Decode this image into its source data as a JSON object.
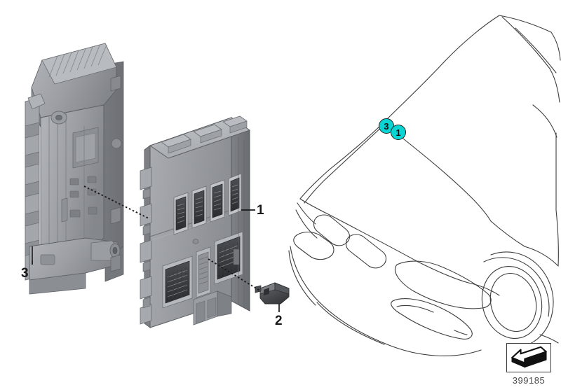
{
  "diagram": {
    "figure_number": "399185",
    "figure_icon": "three-d-arrow-icon",
    "background_color": "#ffffff",
    "badge_color": "#0ad5d5",
    "line_color": "#3c3c3c"
  },
  "callouts": [
    {
      "id": "1",
      "label": "1",
      "part": "body domain controller ecu",
      "leader": "horizontal"
    },
    {
      "id": "2",
      "label": "2",
      "part": "retaining clip",
      "leader": "vertical"
    },
    {
      "id": "3",
      "label": "3",
      "part": "mounting bracket holder",
      "leader": "vertical"
    }
  ],
  "vehicle_badges": [
    {
      "id": "3",
      "label": "3"
    },
    {
      "id": "1",
      "label": "1"
    }
  ],
  "parts": [
    {
      "name": "mounting-bracket",
      "callout": "3",
      "description": "ribbed plastic holder bracket"
    },
    {
      "name": "ecu-module",
      "callout": "1",
      "description": "grey control unit with connector bays"
    },
    {
      "name": "retaining-clip",
      "callout": "2",
      "description": "small dark clip"
    }
  ],
  "vehicle": {
    "name": "bmw-front-end-outline",
    "view": "front three-quarter"
  }
}
